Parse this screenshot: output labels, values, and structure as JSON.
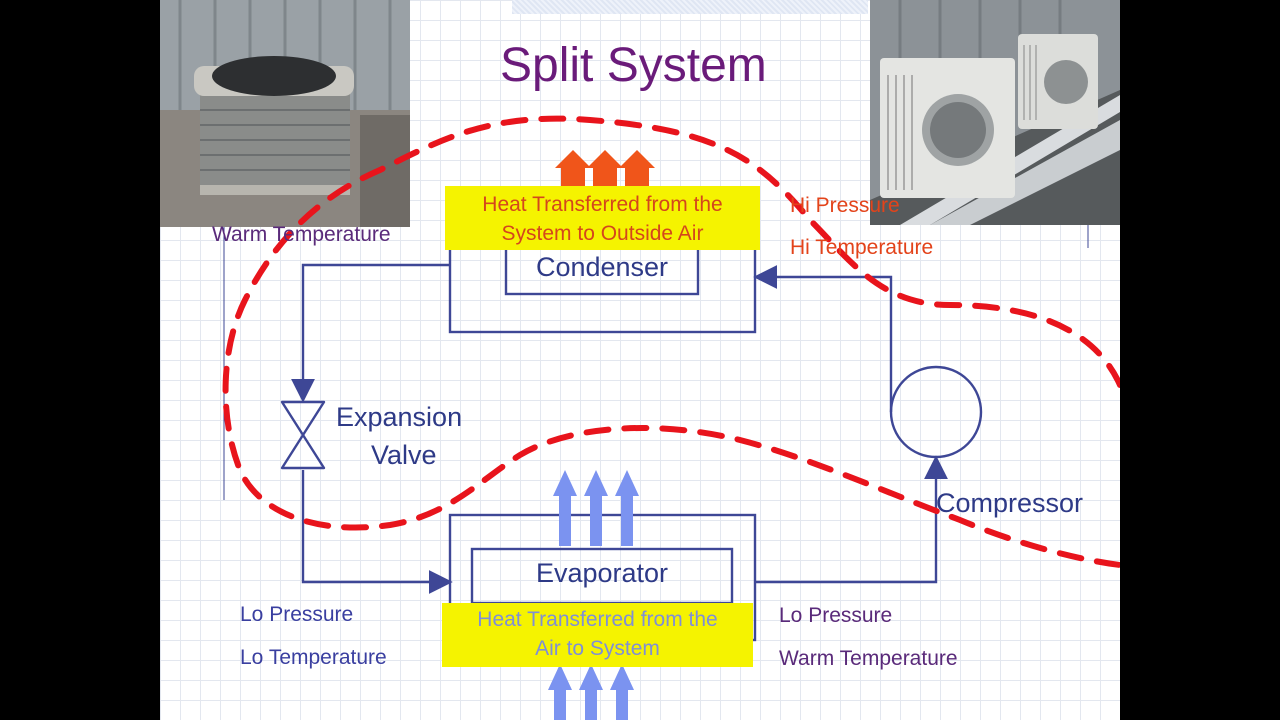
{
  "slide": {
    "title": "Split System",
    "components": {
      "condenser": "Condenser",
      "evaporator": "Evaporator",
      "expansion_valve_line1": "Expansion",
      "expansion_valve_line2": "Valve",
      "compressor": "Compressor"
    },
    "banners": {
      "top_line1": "Heat Transferred from the",
      "top_line2": "System to Outside Air",
      "bottom_line1": "Heat Transferred from the",
      "bottom_line2": "Air to System"
    },
    "labels": {
      "condenser_outlet_temp": "Warm Temperature",
      "compressor_outlet_pressure": "Hi Pressure",
      "compressor_outlet_temp": "Hi Temperature",
      "evap_inlet_pressure": "Lo Pressure",
      "evap_inlet_temp": "Lo Temperature",
      "evap_outlet_pressure": "Lo Pressure",
      "evap_outlet_temp": "Warm Temperature"
    },
    "photos": {
      "left": "outdoor-condensing-unit-photo",
      "right": "mini-split-outdoor-units-photo"
    },
    "colors": {
      "title": "#6a1b7a",
      "lines": "#3e4796",
      "dashed_outline": "#e8141c",
      "hot_arrows": "#f0551a",
      "cold_arrows": "#7b93f0",
      "banner": "#f5f300"
    }
  }
}
